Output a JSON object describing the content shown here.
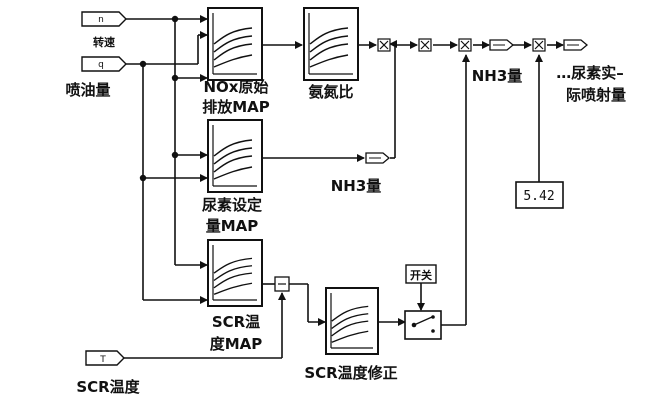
{
  "inputs": {
    "speed": {
      "port": "n",
      "label": "转速"
    },
    "fuel": {
      "port": "q",
      "label": "喷油量"
    },
    "scr_temp": {
      "port": "T",
      "label": "SCR温度"
    }
  },
  "maps": {
    "nox_raw": {
      "line1": "NOx原始",
      "line2": "排放MAP"
    },
    "ammonia_nitrogen": {
      "line1": "氨氮比"
    },
    "urea_set": {
      "line1": "尿素设定",
      "line2": "量MAP"
    },
    "scr_temp_map": {
      "line1": "SCR温",
      "line2": "度MAP"
    },
    "scr_temp_corr": {
      "line1": "SCR温度修正"
    }
  },
  "signals": {
    "nh3_mid": "NH3量",
    "nh3_top": "NH3量",
    "output_line1": "…尿素实–",
    "output_line2": "际喷射量",
    "switch": "开关",
    "constant": "5.42"
  }
}
